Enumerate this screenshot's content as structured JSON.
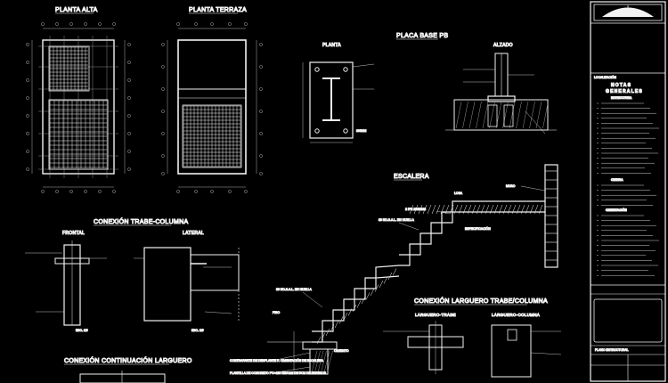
{
  "titles": {
    "planta_alta": "PLANTA ALTA",
    "planta_terraza": "PLANTA TERRAZA",
    "placa_base": "PLACA BASE PB",
    "placa_planta": "PLANTA",
    "placa_alzado": "ALZADO",
    "escalera": "ESCALERA",
    "conexion_trabe": "CONEXIÓN TRABE-COLUMNA",
    "frontal": "FRONTAL",
    "lateral": "LATERAL",
    "conexion_larguero": "CONEXIÓN LARGUERO TRABE/COLUMNA",
    "larguero_trabe": "LARGUERO-TRABE",
    "larguero_columna": "LARGUERO-COLUMNA",
    "conexion_continuacion": "CONEXIÓN CONTINUACIÓN LARGUERO"
  },
  "callouts": {
    "placa_dim": "300MM",
    "esc_30nosal": "30 NO.S.A.L. EN HUELLA",
    "esc_muro": "MURO",
    "esc_dos_ipr": "2 IPR 203X133",
    "esc_piso": "PISO",
    "esc_contraparte": "CONTRAPARTE DE DESPLANTE P. CIMENTACIÓN DE ESCALERA",
    "esc_plantilla": "PLANTILLA DE CONCRETO F'C=100 KG/CM2 DE 5CM DE ESPESOR",
    "esc_cimiento": "CIMIENTO",
    "esc_30b": "30 NO.S.A.L. EN HUELLA",
    "esc_esp": "ESPECIFICACIÓN",
    "esc_losa": "LOSA",
    "scale_note": "ESC. 1:5"
  },
  "notes": {
    "heading_1": "NOTAS",
    "heading_2": "GENERALES",
    "section_1": "ESTRUCTURA",
    "section_2": "CIMBRA",
    "section_3": "CIMENTACIÓN"
  },
  "titleblock": {
    "label_top": "LOCALIZACIÓN",
    "plano_label": "PLANO ESTRUCTURAL"
  }
}
